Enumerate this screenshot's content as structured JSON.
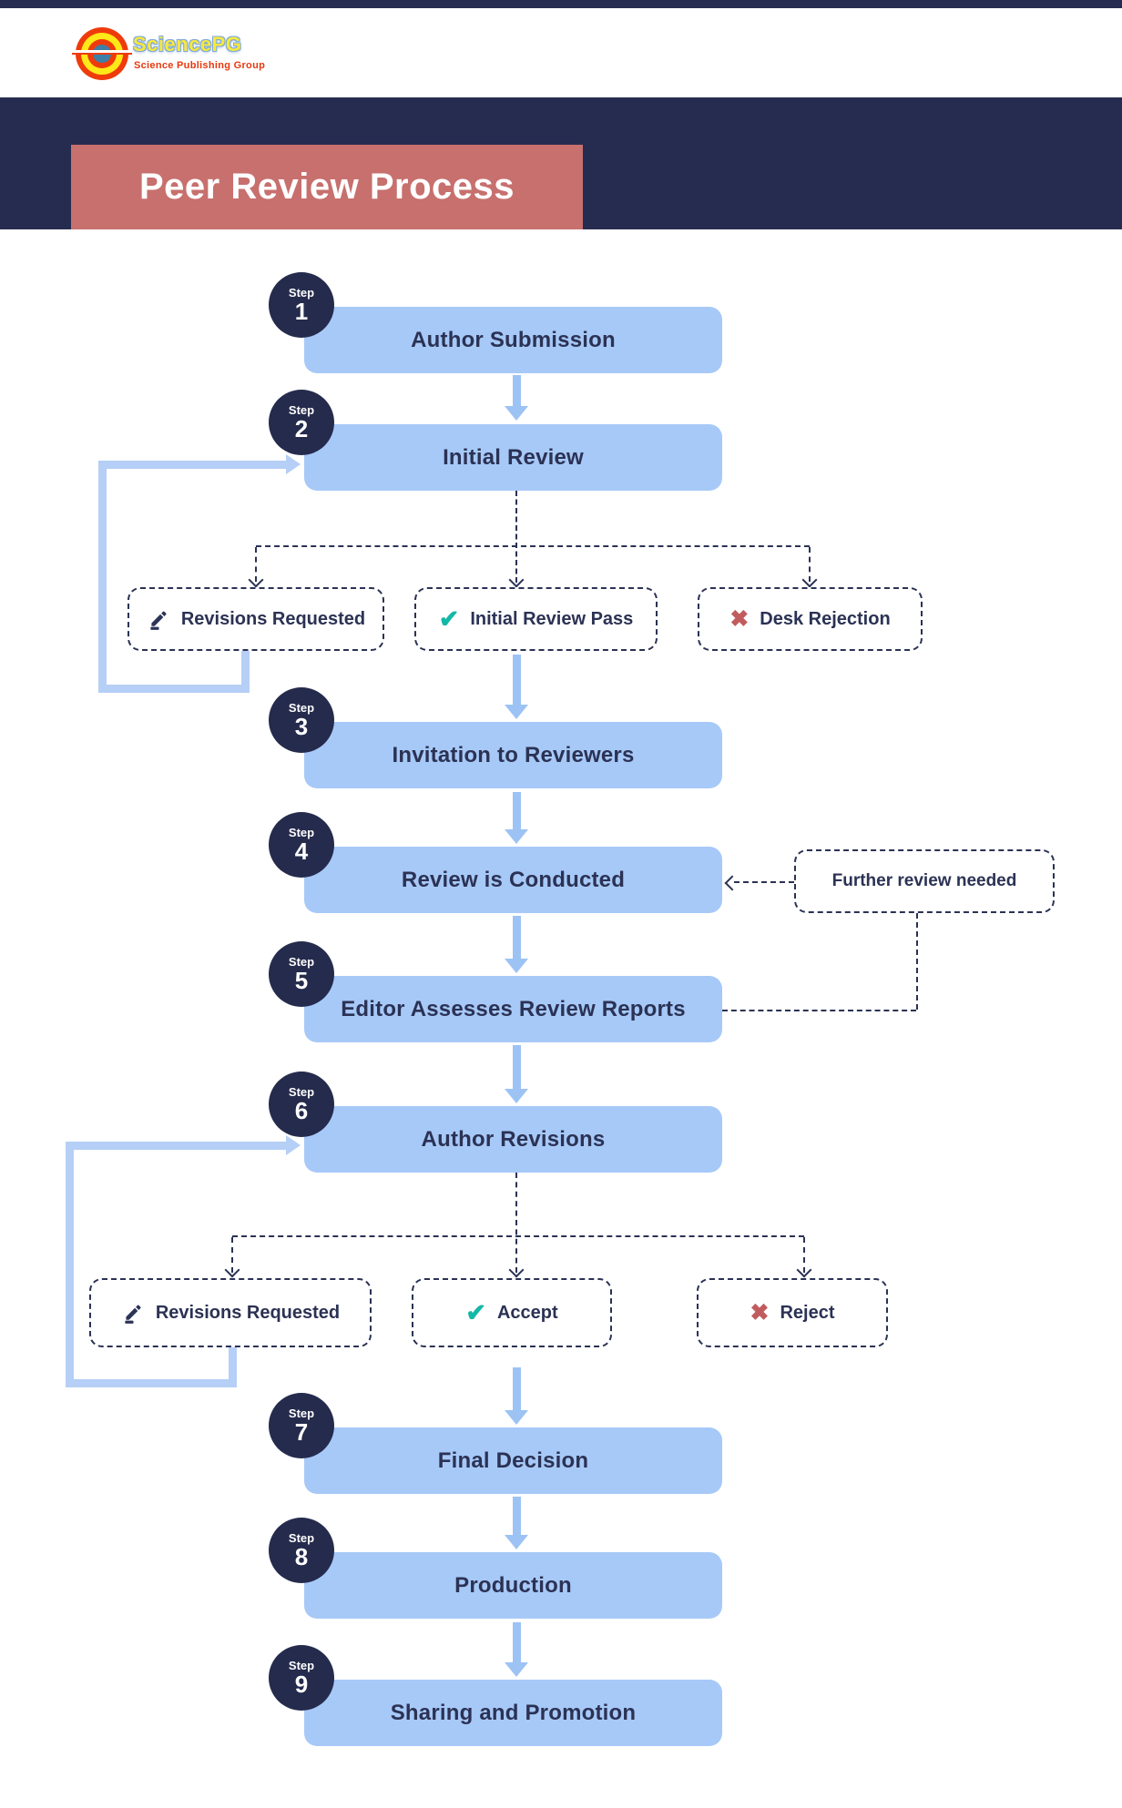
{
  "logo": {
    "brand": "SciencePG",
    "tagline": "Science Publishing Group",
    "mark_icon": "concentric-circles-logo-icon"
  },
  "header": {
    "title": "Peer Review Process"
  },
  "steps": [
    {
      "step_label": "Step",
      "number": "1",
      "title": "Author Submission"
    },
    {
      "step_label": "Step",
      "number": "2",
      "title": "Initial Review"
    },
    {
      "step_label": "Step",
      "number": "3",
      "title": "Invitation to Reviewers"
    },
    {
      "step_label": "Step",
      "number": "4",
      "title": "Review is Conducted"
    },
    {
      "step_label": "Step",
      "number": "5",
      "title": "Editor Assesses Review Reports"
    },
    {
      "step_label": "Step",
      "number": "6",
      "title": "Author Revisions"
    },
    {
      "step_label": "Step",
      "number": "7",
      "title": "Final Decision"
    },
    {
      "step_label": "Step",
      "number": "8",
      "title": "Production"
    },
    {
      "step_label": "Step",
      "number": "9",
      "title": "Sharing and Promotion"
    }
  ],
  "decision_row_1": [
    {
      "icon": "pencil-icon",
      "label": "Revisions Requested"
    },
    {
      "icon": "check-icon",
      "label": "Initial Review Pass"
    },
    {
      "icon": "x-icon",
      "label": "Desk Rejection"
    }
  ],
  "decision_row_2": [
    {
      "icon": "pencil-icon",
      "label": "Revisions Requested"
    },
    {
      "icon": "check-icon",
      "label": "Accept"
    },
    {
      "icon": "x-icon",
      "label": "Reject"
    }
  ],
  "side_note": {
    "label": "Further review needed"
  },
  "icon_glyphs": {
    "check": "✔",
    "x": "✖"
  },
  "colors": {
    "navy_band": "#262C50",
    "step_circle_navy": "#252B4C",
    "text_navy": "#2B3254",
    "step_box_blue": "#A7C9F8",
    "arrow_blue": "#9DC3F5",
    "loop_blue": "#B5CFF6",
    "title_salmon": "#C7706E",
    "check_teal": "#14B8A6",
    "reject_rose": "#C05C5E",
    "logo_red": "#EF3B0C",
    "logo_yellow": "#FFE817",
    "logo_blue": "#3D7FA8"
  }
}
